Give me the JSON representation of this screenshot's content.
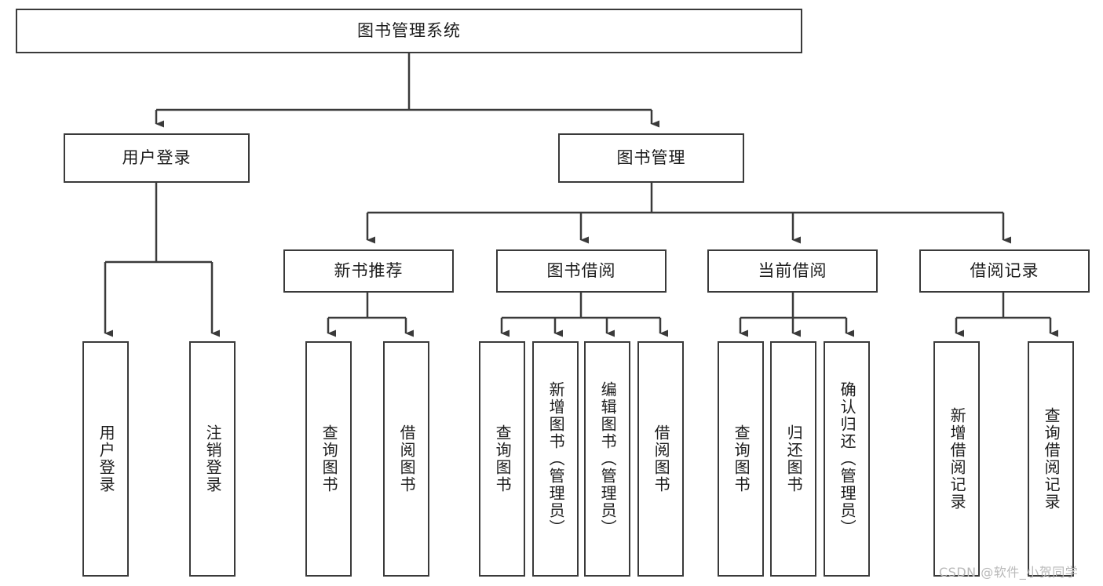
{
  "diagram": {
    "type": "tree-hierarchy",
    "orientation": "top-down",
    "title_node": {
      "label": "图书管理系统"
    },
    "level2": [
      {
        "id": "user-login",
        "label": "用户登录"
      },
      {
        "id": "book-manage",
        "label": "图书管理"
      }
    ],
    "level3": [
      {
        "id": "new-book-rec",
        "label": "新书推荐",
        "parent": "book-manage"
      },
      {
        "id": "book-borrow",
        "label": "图书借阅",
        "parent": "book-manage"
      },
      {
        "id": "current-borrow",
        "label": "当前借阅",
        "parent": "book-manage"
      },
      {
        "id": "borrow-record",
        "label": "借阅记录",
        "parent": "book-manage"
      }
    ],
    "leaves": [
      {
        "id": "leaf-user-login",
        "label": "用户登录",
        "parent": "user-login"
      },
      {
        "id": "leaf-logout",
        "label": "注销登录",
        "parent": "user-login"
      },
      {
        "id": "leaf-query-book-1",
        "label": "查询图书",
        "parent": "new-book-rec"
      },
      {
        "id": "leaf-borrow-book-1",
        "label": "借阅图书",
        "parent": "new-book-rec"
      },
      {
        "id": "leaf-query-book-2",
        "label": "查询图书",
        "parent": "book-borrow"
      },
      {
        "id": "leaf-add-book",
        "label": "新增图书（管理员）",
        "parent": "book-borrow"
      },
      {
        "id": "leaf-edit-book",
        "label": "编辑图书（管理员）",
        "parent": "book-borrow"
      },
      {
        "id": "leaf-borrow-book-2",
        "label": "借阅图书",
        "parent": "book-borrow"
      },
      {
        "id": "leaf-query-book-3",
        "label": "查询图书",
        "parent": "current-borrow"
      },
      {
        "id": "leaf-return-book",
        "label": "归还图书",
        "parent": "current-borrow"
      },
      {
        "id": "leaf-confirm-return",
        "label": "确认归还（管理员）",
        "parent": "current-borrow"
      },
      {
        "id": "leaf-add-record",
        "label": "新增借阅记录",
        "parent": "borrow-record"
      },
      {
        "id": "leaf-query-record",
        "label": "查询借阅记录",
        "parent": "borrow-record"
      }
    ],
    "colors": {
      "stroke": "#3a3a3a",
      "fill": "#ffffff",
      "text": "#1c1c1c",
      "watermark": "#b9b9b9"
    }
  },
  "watermark": {
    "text": "CSDN @软件_小贺同学"
  }
}
